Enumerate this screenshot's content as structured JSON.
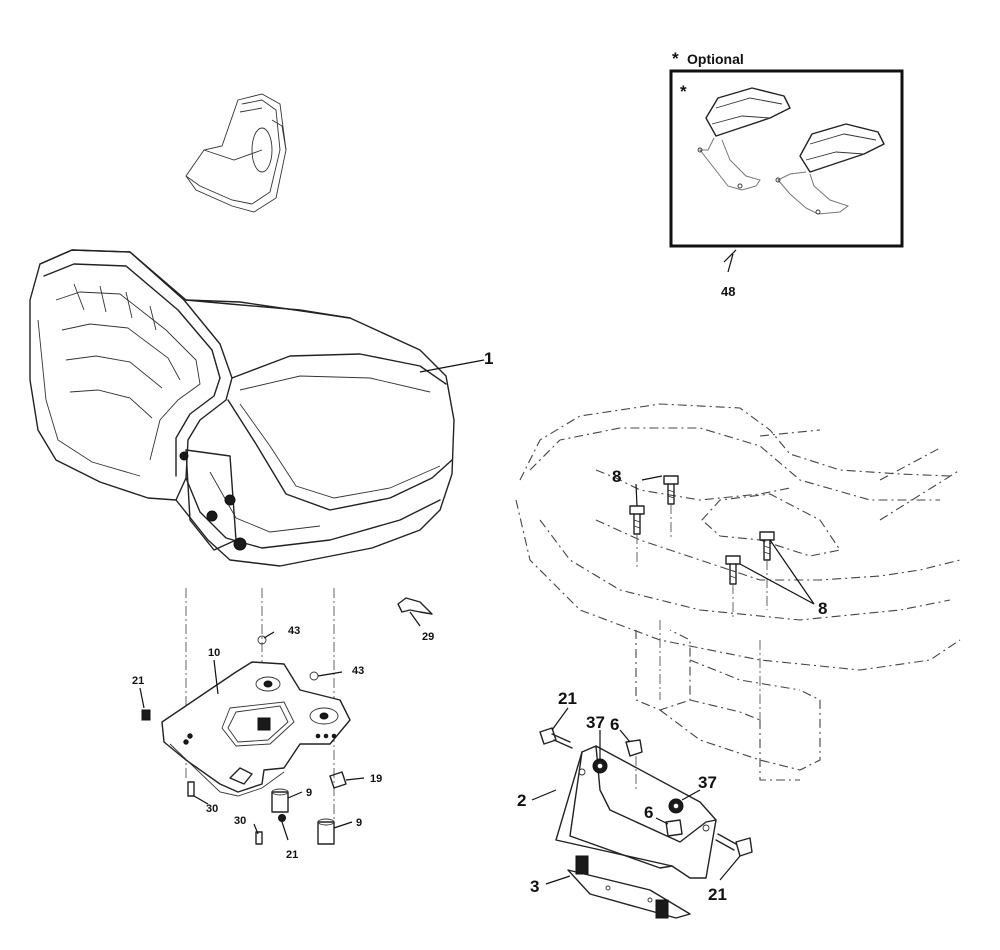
{
  "optional_box": {
    "title_star": "*",
    "title": "Optional",
    "inner_star": "*",
    "part_number": "48"
  },
  "labels": [
    {
      "key": "seat",
      "text": "1"
    },
    {
      "key": "bracket",
      "text": "2"
    },
    {
      "key": "plate",
      "text": "3"
    },
    {
      "key": "nut_upper",
      "text": "6"
    },
    {
      "key": "nut_lower",
      "text": "6"
    },
    {
      "key": "bolt_top",
      "text": "8"
    },
    {
      "key": "bolt_right",
      "text": "8"
    },
    {
      "key": "spacer_upper",
      "text": "9"
    },
    {
      "key": "spacer_lower",
      "text": "9"
    },
    {
      "key": "seat_pan",
      "text": "10"
    },
    {
      "key": "switch",
      "text": "19"
    },
    {
      "key": "screw_left",
      "text": "21"
    },
    {
      "key": "screw_bottom",
      "text": "21"
    },
    {
      "key": "bolt_bracket_left",
      "text": "21"
    },
    {
      "key": "bolt_bracket_right",
      "text": "21"
    },
    {
      "key": "clip",
      "text": "29"
    },
    {
      "key": "rivet_upper",
      "text": "30"
    },
    {
      "key": "rivet_lower",
      "text": "30"
    },
    {
      "key": "washer_upper",
      "text": "37"
    },
    {
      "key": "washer_lower",
      "text": "37"
    },
    {
      "key": "ball_left",
      "text": "43"
    },
    {
      "key": "ball_right",
      "text": "43"
    }
  ]
}
